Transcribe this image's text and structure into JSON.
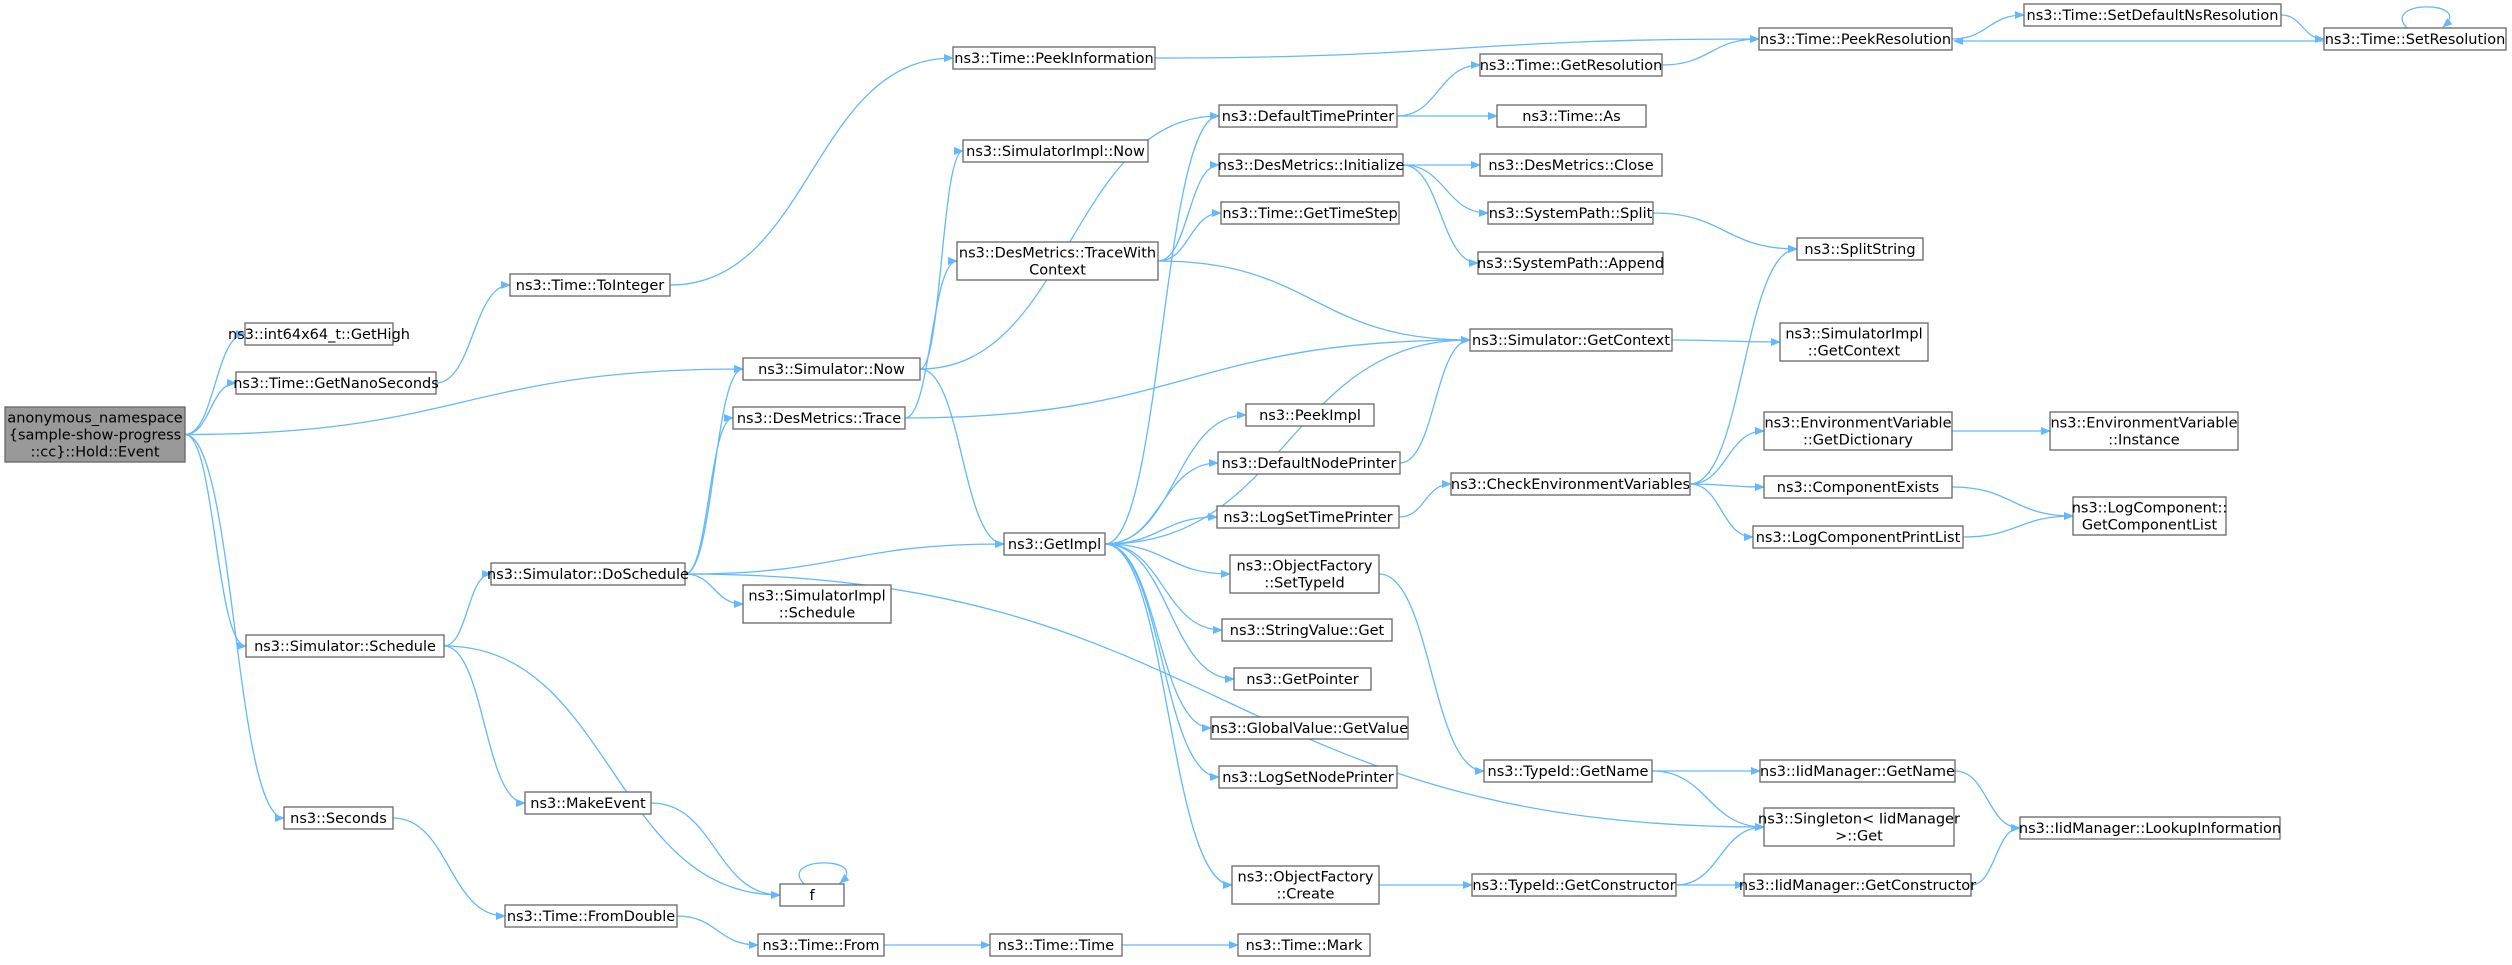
{
  "colors": {
    "edge": "#63b8ff",
    "node_border": "#666666",
    "node_fill": "#ffffff",
    "root_fill": "#999999"
  },
  "nodes": {
    "root": [
      "anonymous_namespace",
      "{sample-show-progress",
      "::cc}::Hold::Event"
    ],
    "int64GetHigh": [
      "ns3::int64x64_t::GetHigh"
    ],
    "timeGetNanoSeconds": [
      "ns3::Time::GetNanoSeconds"
    ],
    "timeToInteger": [
      "ns3::Time::ToInteger"
    ],
    "timePeekInformation": [
      "ns3::Time::PeekInformation"
    ],
    "simulatorNow": [
      "ns3::Simulator::Now"
    ],
    "simulatorImplNow": [
      "ns3::SimulatorImpl::Now"
    ],
    "desMetricsTrace": [
      "ns3::DesMetrics::Trace"
    ],
    "desMetricsTraceWithContext": [
      "ns3::DesMetrics::TraceWith",
      "Context"
    ],
    "simulatorDoSchedule": [
      "ns3::Simulator::DoSchedule"
    ],
    "simulatorSchedule": [
      "ns3::Simulator::Schedule"
    ],
    "simulatorImplSchedule": [
      "ns3::SimulatorImpl",
      "::Schedule"
    ],
    "makeEvent": [
      "ns3::MakeEvent"
    ],
    "f": [
      "f"
    ],
    "seconds": [
      "ns3::Seconds"
    ],
    "timeFromDouble": [
      "ns3::Time::FromDouble"
    ],
    "timeFrom": [
      "ns3::Time::From"
    ],
    "timeTime": [
      "ns3::Time::Time"
    ],
    "timeMark": [
      "ns3::Time::Mark"
    ],
    "getImpl": [
      "ns3::GetImpl"
    ],
    "defaultTimePrinter": [
      "ns3::DefaultTimePrinter"
    ],
    "desMetricsInitialize": [
      "ns3::DesMetrics::Initialize"
    ],
    "timeGetTimeStep": [
      "ns3::Time::GetTimeStep"
    ],
    "peekImpl": [
      "ns3::PeekImpl"
    ],
    "defaultNodePrinter": [
      "ns3::DefaultNodePrinter"
    ],
    "logSetTimePrinter": [
      "ns3::LogSetTimePrinter"
    ],
    "objectFactorySetTypeId": [
      "ns3::ObjectFactory",
      "::SetTypeId"
    ],
    "stringValueGet": [
      "ns3::StringValue::Get"
    ],
    "getPointer": [
      "ns3::GetPointer"
    ],
    "globalValueGetValue": [
      "ns3::GlobalValue::GetValue"
    ],
    "logSetNodePrinter": [
      "ns3::LogSetNodePrinter"
    ],
    "objectFactoryCreate": [
      "ns3::ObjectFactory",
      "::Create"
    ],
    "timeGetResolution": [
      "ns3::Time::GetResolution"
    ],
    "timeAs": [
      "ns3::Time::As"
    ],
    "desMetricsClose": [
      "ns3::DesMetrics::Close"
    ],
    "systemPathSplit": [
      "ns3::SystemPath::Split"
    ],
    "systemPathAppend": [
      "ns3::SystemPath::Append"
    ],
    "simulatorGetContext": [
      "ns3::Simulator::GetContext"
    ],
    "checkEnvironmentVariables": [
      "ns3::CheckEnvironmentVariables"
    ],
    "typeIdGetName": [
      "ns3::TypeId::GetName"
    ],
    "typeIdGetConstructor": [
      "ns3::TypeId::GetConstructor"
    ],
    "timePeekResolution": [
      "ns3::Time::PeekResolution"
    ],
    "timeSetDefaultNsResolution": [
      "ns3::Time::SetDefaultNsResolution"
    ],
    "timeSetResolution": [
      "ns3::Time::SetResolution"
    ],
    "splitString": [
      "ns3::SplitString"
    ],
    "simulatorImplGetContext": [
      "ns3::SimulatorImpl",
      "::GetContext"
    ],
    "envVarGetDictionary": [
      "ns3::EnvironmentVariable",
      "::GetDictionary"
    ],
    "envVarInstance": [
      "ns3::EnvironmentVariable",
      "::Instance"
    ],
    "componentExists": [
      "ns3::ComponentExists"
    ],
    "logComponentPrintList": [
      "ns3::LogComponentPrintList"
    ],
    "logComponentGetComponentList": [
      "ns3::LogComponent::",
      "GetComponentList"
    ],
    "iidManagerGetName": [
      "ns3::IidManager::GetName"
    ],
    "singletonGet": [
      "ns3::Singleton< IidManager",
      " >::Get"
    ],
    "iidManagerGetConstructor": [
      "ns3::IidManager::GetConstructor"
    ],
    "iidManagerLookupInformation": [
      "ns3::IidManager::LookupInformation"
    ]
  },
  "edges": [
    [
      "root",
      "int64GetHigh"
    ],
    [
      "root",
      "timeGetNanoSeconds"
    ],
    [
      "root",
      "simulatorNow"
    ],
    [
      "root",
      "simulatorSchedule"
    ],
    [
      "root",
      "seconds"
    ],
    [
      "timeGetNanoSeconds",
      "timeToInteger"
    ],
    [
      "timeToInteger",
      "timePeekInformation"
    ],
    [
      "timePeekInformation",
      "timePeekResolution"
    ],
    [
      "simulatorNow",
      "simulatorImplNow"
    ],
    [
      "simulatorNow",
      "defaultTimePrinter"
    ],
    [
      "simulatorNow",
      "getImpl"
    ],
    [
      "desMetricsTrace",
      "desMetricsTraceWithContext"
    ],
    [
      "desMetricsTrace",
      "simulatorGetContext"
    ],
    [
      "desMetricsTraceWithContext",
      "desMetricsInitialize"
    ],
    [
      "desMetricsTraceWithContext",
      "timeGetTimeStep"
    ],
    [
      "desMetricsTraceWithContext",
      "simulatorGetContext"
    ],
    [
      "simulatorSchedule",
      "simulatorDoSchedule"
    ],
    [
      "simulatorSchedule",
      "makeEvent"
    ],
    [
      "simulatorSchedule",
      "f"
    ],
    [
      "simulatorDoSchedule",
      "simulatorNow"
    ],
    [
      "simulatorDoSchedule",
      "desMetricsTrace"
    ],
    [
      "simulatorDoSchedule",
      "getImpl"
    ],
    [
      "simulatorDoSchedule",
      "simulatorImplSchedule"
    ],
    [
      "simulatorDoSchedule",
      "singletonGet"
    ],
    [
      "makeEvent",
      "f"
    ],
    [
      "f",
      "f"
    ],
    [
      "seconds",
      "timeFromDouble"
    ],
    [
      "timeFromDouble",
      "timeFrom"
    ],
    [
      "timeFrom",
      "timeTime"
    ],
    [
      "timeTime",
      "timeMark"
    ],
    [
      "getImpl",
      "defaultTimePrinter"
    ],
    [
      "getImpl",
      "simulatorGetContext"
    ],
    [
      "getImpl",
      "peekImpl"
    ],
    [
      "getImpl",
      "defaultNodePrinter"
    ],
    [
      "getImpl",
      "logSetTimePrinter"
    ],
    [
      "getImpl",
      "objectFactorySetTypeId"
    ],
    [
      "getImpl",
      "stringValueGet"
    ],
    [
      "getImpl",
      "getPointer"
    ],
    [
      "getImpl",
      "globalValueGetValue"
    ],
    [
      "getImpl",
      "logSetNodePrinter"
    ],
    [
      "getImpl",
      "objectFactoryCreate"
    ],
    [
      "defaultTimePrinter",
      "timeGetResolution"
    ],
    [
      "defaultTimePrinter",
      "timeAs"
    ],
    [
      "timeGetResolution",
      "timePeekResolution"
    ],
    [
      "desMetricsInitialize",
      "desMetricsClose"
    ],
    [
      "desMetricsInitialize",
      "systemPathSplit"
    ],
    [
      "desMetricsInitialize",
      "systemPathAppend"
    ],
    [
      "systemPathSplit",
      "splitString"
    ],
    [
      "defaultNodePrinter",
      "simulatorGetContext"
    ],
    [
      "simulatorGetContext",
      "simulatorImplGetContext"
    ],
    [
      "logSetTimePrinter",
      "checkEnvironmentVariables"
    ],
    [
      "checkEnvironmentVariables",
      "splitString"
    ],
    [
      "checkEnvironmentVariables",
      "envVarGetDictionary"
    ],
    [
      "checkEnvironmentVariables",
      "componentExists"
    ],
    [
      "checkEnvironmentVariables",
      "logComponentPrintList"
    ],
    [
      "envVarGetDictionary",
      "envVarInstance"
    ],
    [
      "componentExists",
      "logComponentGetComponentList"
    ],
    [
      "logComponentPrintList",
      "logComponentGetComponentList"
    ],
    [
      "objectFactorySetTypeId",
      "typeIdGetName"
    ],
    [
      "typeIdGetName",
      "iidManagerGetName"
    ],
    [
      "typeIdGetName",
      "singletonGet"
    ],
    [
      "objectFactoryCreate",
      "typeIdGetConstructor"
    ],
    [
      "typeIdGetConstructor",
      "singletonGet"
    ],
    [
      "typeIdGetConstructor",
      "iidManagerGetConstructor"
    ],
    [
      "iidManagerGetName",
      "iidManagerLookupInformation"
    ],
    [
      "iidManagerGetConstructor",
      "iidManagerLookupInformation"
    ],
    [
      "timePeekResolution",
      "timeSetDefaultNsResolution"
    ],
    [
      "timeSetDefaultNsResolution",
      "timeSetResolution"
    ],
    [
      "timeSetResolution",
      "timePeekResolution"
    ],
    [
      "timeSetResolution",
      "timeSetResolution"
    ]
  ]
}
